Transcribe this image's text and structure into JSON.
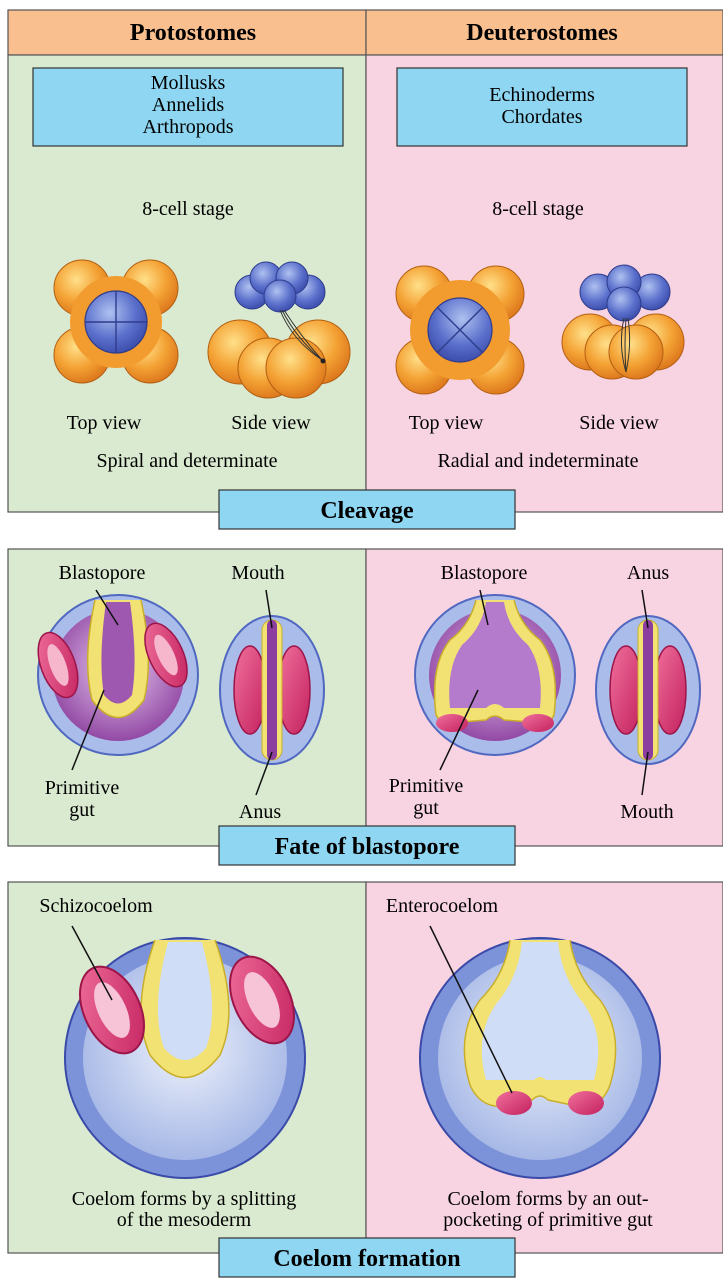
{
  "header": {
    "left_title": "Protostomes",
    "right_title": "Deuterostomes"
  },
  "cleavage": {
    "left_groups": [
      "Mollusks",
      "Annelids",
      "Arthropods"
    ],
    "right_groups": [
      "Echinoderms",
      "Chordates"
    ],
    "left_stage": "8-cell stage",
    "right_stage": "8-cell stage",
    "top_view": "Top view",
    "side_view": "Side view",
    "left_caption": "Spiral and determinate",
    "right_caption": "Radial and indeterminate",
    "title": "Cleavage"
  },
  "blastopore": {
    "left": {
      "blastopore": "Blastopore",
      "mouth": "Mouth",
      "primitive": "Primitive",
      "gut": "gut",
      "anus": "Anus"
    },
    "right": {
      "blastopore": "Blastopore",
      "anus": "Anus",
      "primitive": "Primitive",
      "gut": "gut",
      "mouth": "Mouth"
    },
    "title": "Fate of blastopore"
  },
  "coelom": {
    "left_label": "Schizocoelom",
    "right_label": "Enterocoelom",
    "left_caption_1": "Coelom forms by a splitting",
    "left_caption_2": "of the mesoderm",
    "right_caption_1": "Coelom forms by an out-",
    "right_caption_2": "pocketing of primitive gut",
    "title": "Coelom formation"
  },
  "colors": {
    "header": "#F9BF8F",
    "green_panel": "#D9EAD0",
    "pink_panel": "#F8D3E2",
    "label_box": "#8FD6F2",
    "blue_cell": "#5A6FCB",
    "orange_cell": "#F4A234",
    "magenta": "#E0457E",
    "yellow": "#F2E273",
    "purple": "#8B3E9E"
  }
}
